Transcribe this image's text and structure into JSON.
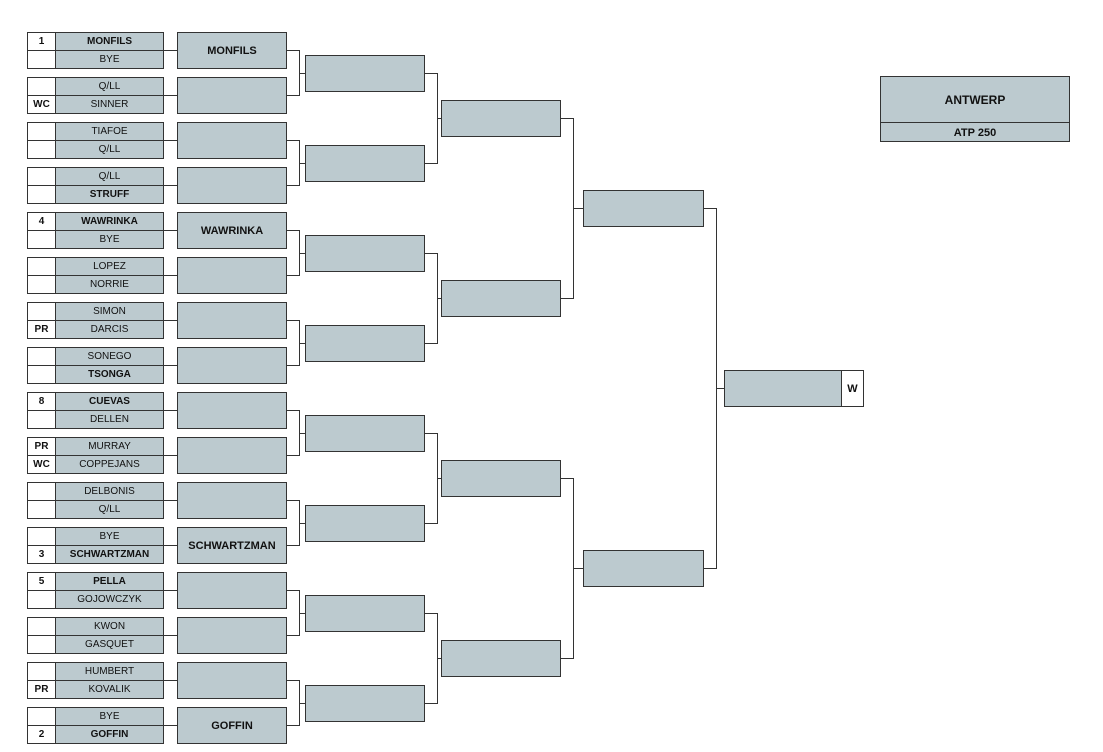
{
  "tournament": {
    "name": "ANTWERP",
    "category": "ATP 250"
  },
  "matches": [
    {
      "players": [
        {
          "seed": "1",
          "name": "MONFILS",
          "bold": true
        },
        {
          "seed": "",
          "name": "BYE",
          "bold": false
        }
      ]
    },
    {
      "players": [
        {
          "seed": "",
          "name": "Q/LL",
          "bold": false
        },
        {
          "seed": "WC",
          "name": "SINNER",
          "bold": false
        }
      ]
    },
    {
      "players": [
        {
          "seed": "",
          "name": "TIAFOE",
          "bold": false
        },
        {
          "seed": "",
          "name": "Q/LL",
          "bold": false
        }
      ]
    },
    {
      "players": [
        {
          "seed": "",
          "name": "Q/LL",
          "bold": false
        },
        {
          "seed": "",
          "name": "STRUFF",
          "bold": true
        }
      ]
    },
    {
      "players": [
        {
          "seed": "4",
          "name": "WAWRINKA",
          "bold": true
        },
        {
          "seed": "",
          "name": "BYE",
          "bold": false
        }
      ]
    },
    {
      "players": [
        {
          "seed": "",
          "name": "LOPEZ",
          "bold": false
        },
        {
          "seed": "",
          "name": "NORRIE",
          "bold": false
        }
      ]
    },
    {
      "players": [
        {
          "seed": "",
          "name": "SIMON",
          "bold": false
        },
        {
          "seed": "PR",
          "name": "DARCIS",
          "bold": false
        }
      ]
    },
    {
      "players": [
        {
          "seed": "",
          "name": "SONEGO",
          "bold": false
        },
        {
          "seed": "",
          "name": "TSONGA",
          "bold": true
        }
      ]
    },
    {
      "players": [
        {
          "seed": "8",
          "name": "CUEVAS",
          "bold": true
        },
        {
          "seed": "",
          "name": "DELLEN",
          "bold": false
        }
      ]
    },
    {
      "players": [
        {
          "seed": "PR",
          "name": "MURRAY",
          "bold": false
        },
        {
          "seed": "WC",
          "name": "COPPEJANS",
          "bold": false
        }
      ]
    },
    {
      "players": [
        {
          "seed": "",
          "name": "DELBONIS",
          "bold": false
        },
        {
          "seed": "",
          "name": "Q/LL",
          "bold": false
        }
      ]
    },
    {
      "players": [
        {
          "seed": "",
          "name": "BYE",
          "bold": false
        },
        {
          "seed": "3",
          "name": "SCHWARTZMAN",
          "bold": true
        }
      ]
    },
    {
      "players": [
        {
          "seed": "5",
          "name": "PELLA",
          "bold": true
        },
        {
          "seed": "",
          "name": "GOJOWCZYK",
          "bold": false
        }
      ]
    },
    {
      "players": [
        {
          "seed": "",
          "name": "KWON",
          "bold": false
        },
        {
          "seed": "",
          "name": "GASQUET",
          "bold": false
        }
      ]
    },
    {
      "players": [
        {
          "seed": "",
          "name": "HUMBERT",
          "bold": false
        },
        {
          "seed": "PR",
          "name": "KOVALIK",
          "bold": false
        }
      ]
    },
    {
      "players": [
        {
          "seed": "",
          "name": "BYE",
          "bold": false
        },
        {
          "seed": "2",
          "name": "GOFFIN",
          "bold": true
        }
      ]
    }
  ],
  "rounds": [
    [
      "MONFILS",
      "",
      "",
      "",
      "WAWRINKA",
      "",
      "",
      "",
      "",
      "",
      "",
      "SCHWARTZMAN",
      "",
      "",
      "",
      "GOFFIN"
    ],
    [
      "",
      "",
      "",
      "",
      "",
      "",
      "",
      ""
    ],
    [
      "",
      "",
      "",
      ""
    ],
    [
      "",
      ""
    ],
    [
      ""
    ]
  ],
  "winner_label": "W"
}
